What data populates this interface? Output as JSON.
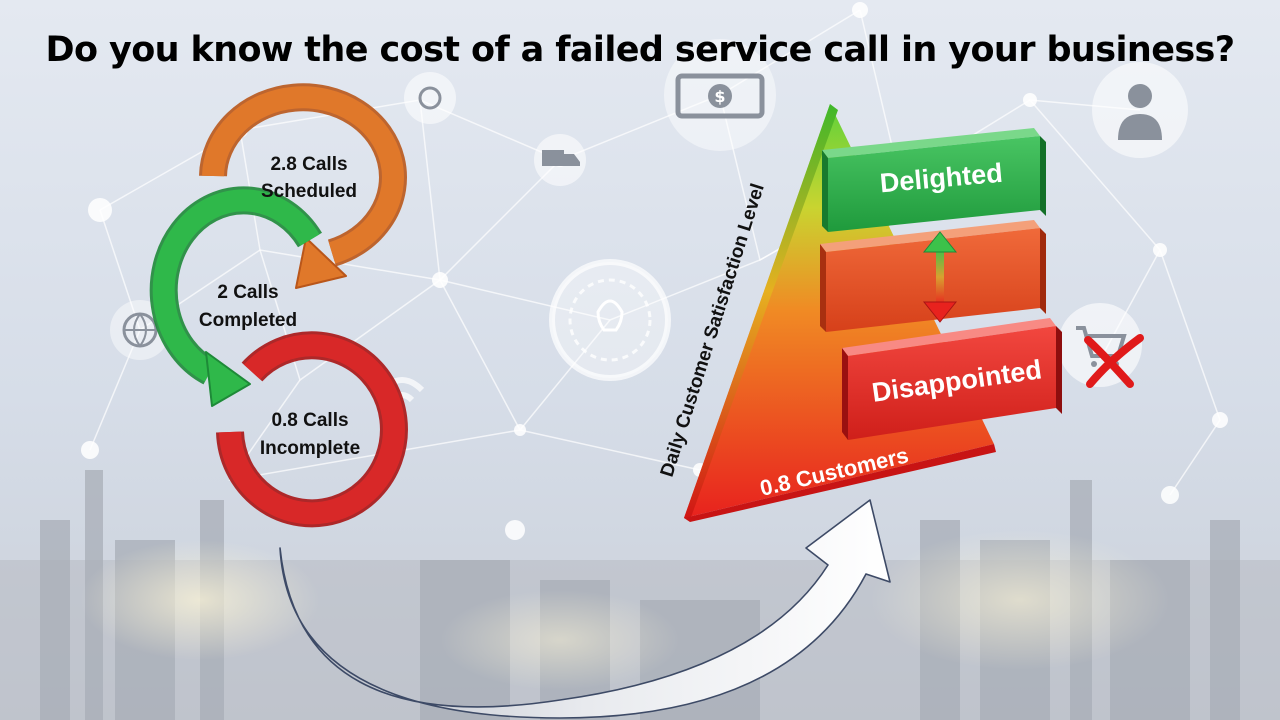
{
  "slide": {
    "title": "Do you know the cost of a failed service call in your business?"
  },
  "cycle": {
    "scheduled": {
      "line1": "2.8 Calls",
      "line2": "Scheduled",
      "color": "#e0782a"
    },
    "completed": {
      "line1": "2 Calls",
      "line2": "Completed",
      "color": "#2fb84a"
    },
    "incomplete": {
      "line1": "0.8 Calls",
      "line2": "Incomplete",
      "color": "#d82828"
    }
  },
  "pyramid": {
    "axis_label": "Daily Customer Satisfaction Level",
    "base_label": "0.8 Customers",
    "levels": {
      "top": {
        "label": "Delighted",
        "color": "#2db24a"
      },
      "middle": {
        "label": "",
        "color": "#e04a1c"
      },
      "bottom": {
        "label": "Disappointed",
        "color": "#e02a24"
      }
    }
  },
  "icons": [
    "dollar-bill-icon",
    "person-icon",
    "truck-icon",
    "lightbulb-icon",
    "globe-icon",
    "restaurant-icon",
    "shopping-cart-icon",
    "wifi-icon",
    "double-arrow-icon",
    "red-x-icon"
  ]
}
